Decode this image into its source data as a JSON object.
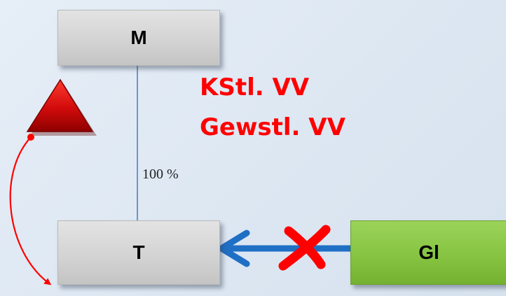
{
  "boxes": {
    "parent": "M",
    "subsidiary": "T",
    "external": "Gl"
  },
  "ownership": {
    "percent_label": "100 %"
  },
  "contracts": {
    "line1": "KStl. VV",
    "line2": "Gewstl. VV"
  },
  "colors": {
    "gray_box": "#d2d2d2",
    "green_box": "#87c442",
    "red_text": "#ff0000",
    "blue_arrow": "#1f6fc5",
    "red_triangle": "#c00000",
    "red_cross": "#ff0000"
  },
  "icons": {
    "warning": "red-triangle-icon",
    "blocked": "red-x-cross-icon"
  }
}
